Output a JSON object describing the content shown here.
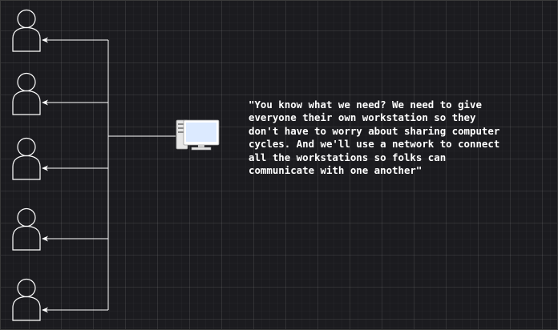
{
  "diagram": {
    "quote_lines": [
      "\"You know what we need? We need to give",
      "everyone their own workstation so they",
      "don't have to worry about sharing computer",
      "cycles. And we'll use a network to connect",
      "all the workstations so folks can",
      "communicate with one another\""
    ],
    "user_count": 5,
    "colors": {
      "background": "#1b1b1f",
      "stroke": "#ffffff",
      "text": "#ffffff",
      "monitor_screen": "#dceaff",
      "tower": "#e6e6e6"
    },
    "icons": [
      "user-icon",
      "workstation-icon"
    ]
  }
}
